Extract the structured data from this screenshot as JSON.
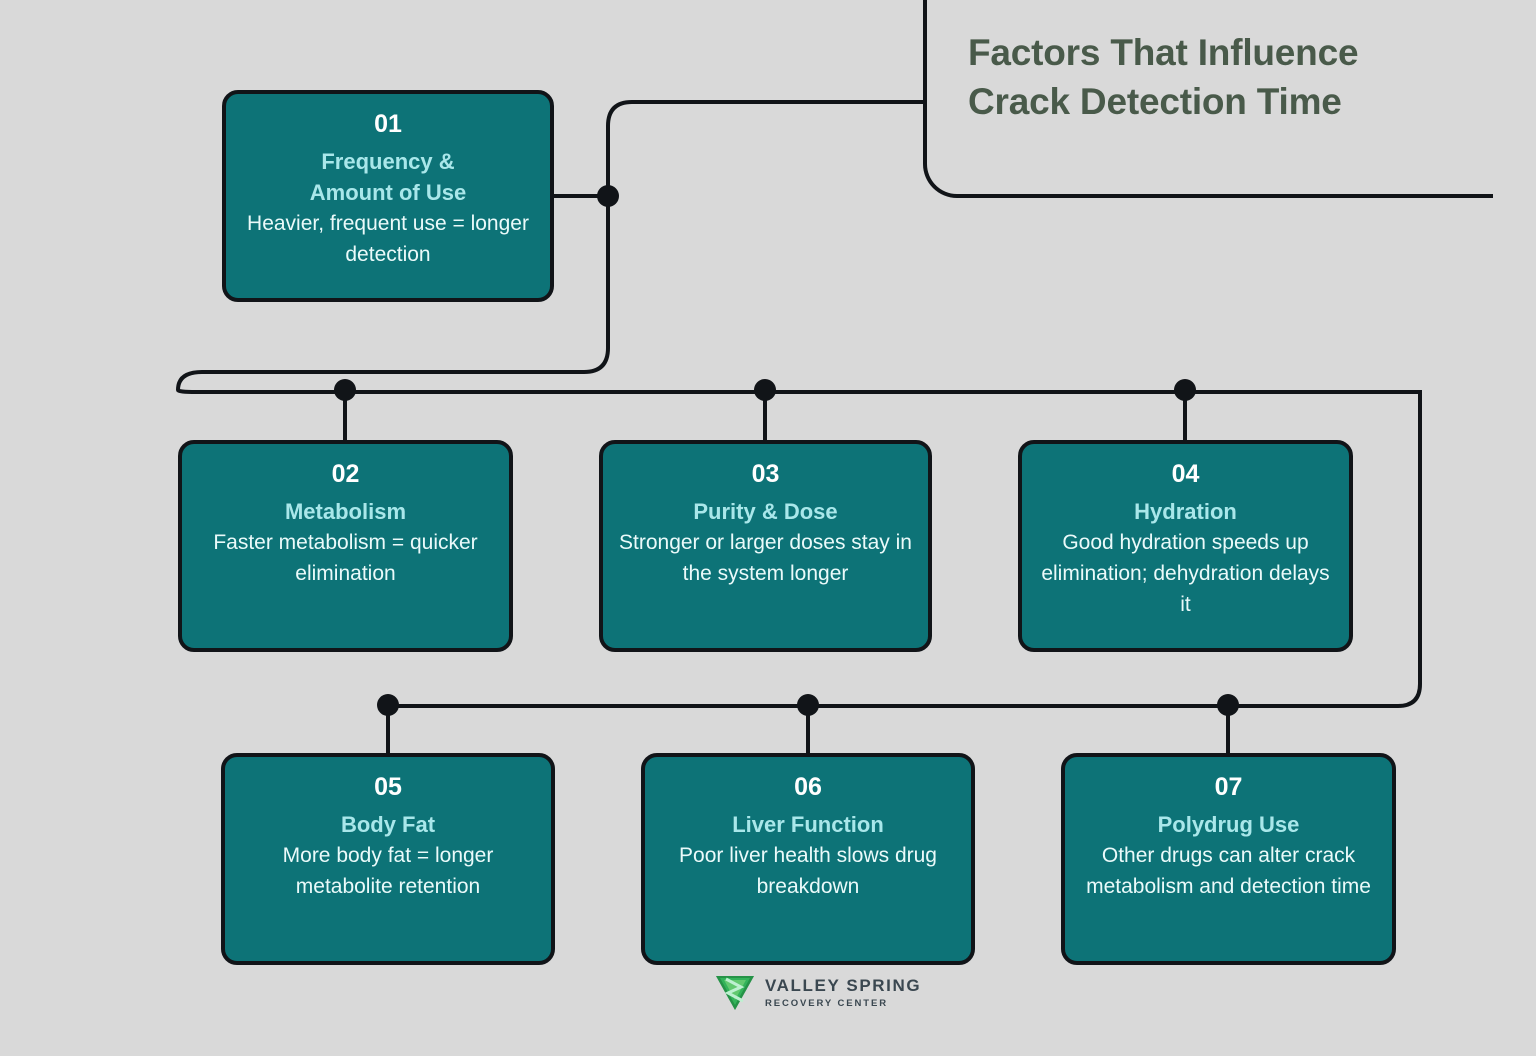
{
  "header": {
    "title_line1": "Factors That Influence",
    "title_line2": "Crack Detection Time",
    "title_color": "#495a4a"
  },
  "theme": {
    "background": "#d9d9d9",
    "card_fill": "#0d7377",
    "card_border": "#111418",
    "card_number_color": "#ffffff",
    "card_heading_color": "#a9e7ea",
    "card_desc_color": "#eafafa",
    "connector_color": "#111418"
  },
  "cards": [
    {
      "number": "01",
      "heading": "Frequency &\nAmount of Use",
      "heading_line1": "Frequency &",
      "heading_line2": "Amount of Use",
      "desc": "Heavier, frequent use = longer detection"
    },
    {
      "number": "02",
      "heading": "Metabolism",
      "desc": "Faster metabolism = quicker elimination"
    },
    {
      "number": "03",
      "heading": "Purity & Dose",
      "desc": "Stronger or larger doses stay in the system longer"
    },
    {
      "number": "04",
      "heading": "Hydration",
      "desc": "Good hydration speeds up elimination; dehydration delays it"
    },
    {
      "number": "05",
      "heading": "Body Fat",
      "desc": "More body fat = longer metabolite retention"
    },
    {
      "number": "06",
      "heading": "Liver Function",
      "desc": "Poor liver health slows drug breakdown"
    },
    {
      "number": "07",
      "heading": "Polydrug Use",
      "desc": "Other drugs can alter crack metabolism and detection time"
    }
  ],
  "logo": {
    "name_line1": "VALLEY SPRING",
    "name_line2": "RECOVERY CENTER",
    "mark_color_dark": "#1c7a3e",
    "mark_color_light": "#6dd06d",
    "text_color": "#3a4750"
  }
}
